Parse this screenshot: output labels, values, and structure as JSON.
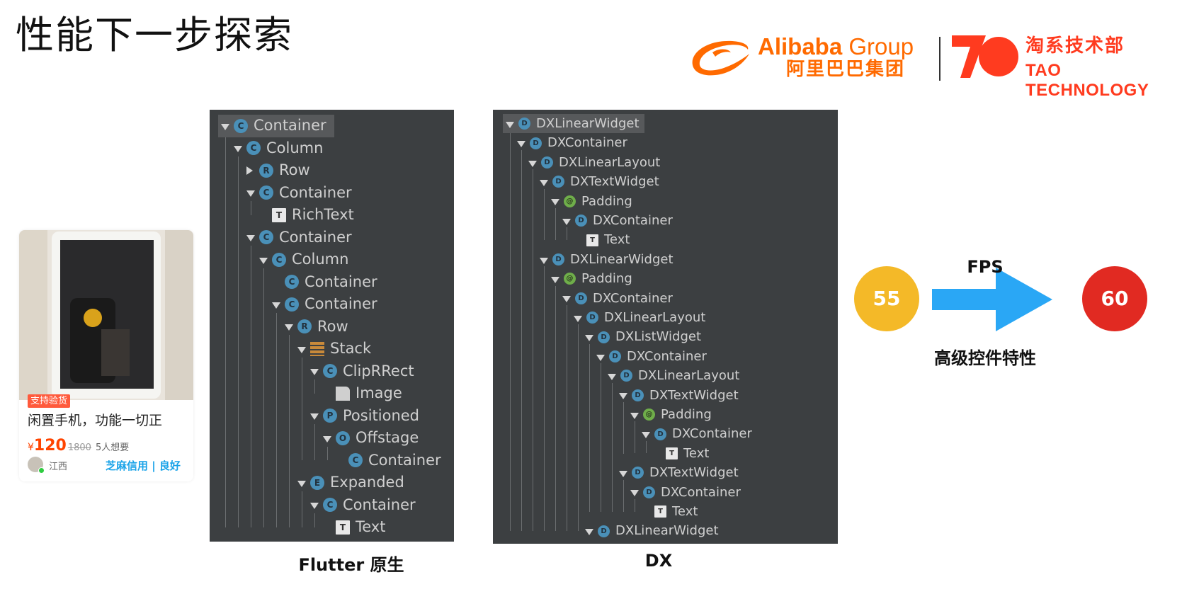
{
  "title": "性能下一步探索",
  "logo": {
    "alibaba": "Alibaba",
    "group": " Group",
    "alibaba_cn": "阿里巴巴集团",
    "tao_cn": "淘系技术部",
    "tao_en": "TAO TECHNOLOGY",
    "brand_color": "#ff6a00",
    "tao_color": "#ff3b1f"
  },
  "product_card": {
    "badge": "支持验货",
    "title": "闲置手机，功能一切正",
    "price_symbol": "¥",
    "price": "120",
    "original_price": "1800",
    "want_count": "5人想要",
    "location": "江西",
    "credit": "芝麻信用 | 良好"
  },
  "flutter_tree": [
    {
      "label": "Container",
      "depth": 0,
      "toggle": "down",
      "icon": "C",
      "icon_type": "circle",
      "selected": true
    },
    {
      "label": "Column",
      "depth": 1,
      "toggle": "down",
      "icon": "C",
      "icon_type": "circle"
    },
    {
      "label": "Row",
      "depth": 2,
      "toggle": "right",
      "icon": "R",
      "icon_type": "circle"
    },
    {
      "label": "Container",
      "depth": 2,
      "toggle": "down",
      "icon": "C",
      "icon_type": "circle"
    },
    {
      "label": "RichText",
      "depth": 3,
      "toggle": "",
      "icon": "T",
      "icon_type": "square"
    },
    {
      "label": "Container",
      "depth": 2,
      "toggle": "down",
      "icon": "C",
      "icon_type": "circle"
    },
    {
      "label": "Column",
      "depth": 3,
      "toggle": "down",
      "icon": "C",
      "icon_type": "circle"
    },
    {
      "label": "Container",
      "depth": 4,
      "toggle": "",
      "icon": "C",
      "icon_type": "circle"
    },
    {
      "label": "Container",
      "depth": 4,
      "toggle": "down",
      "icon": "C",
      "icon_type": "circle"
    },
    {
      "label": "Row",
      "depth": 5,
      "toggle": "down",
      "icon": "R",
      "icon_type": "circle"
    },
    {
      "label": "Stack",
      "depth": 6,
      "toggle": "down",
      "icon": "",
      "icon_type": "stack"
    },
    {
      "label": "ClipRRect",
      "depth": 7,
      "toggle": "down",
      "icon": "C",
      "icon_type": "circle"
    },
    {
      "label": "Image",
      "depth": 8,
      "toggle": "",
      "icon": "",
      "icon_type": "doc"
    },
    {
      "label": "Positioned",
      "depth": 7,
      "toggle": "down",
      "icon": "P",
      "icon_type": "circle"
    },
    {
      "label": "Offstage",
      "depth": 8,
      "toggle": "down",
      "icon": "O",
      "icon_type": "circle"
    },
    {
      "label": "Container",
      "depth": 9,
      "toggle": "",
      "icon": "C",
      "icon_type": "circle"
    },
    {
      "label": "Expanded",
      "depth": 6,
      "toggle": "down",
      "icon": "E",
      "icon_type": "circle"
    },
    {
      "label": "Container",
      "depth": 7,
      "toggle": "down",
      "icon": "C",
      "icon_type": "circle"
    },
    {
      "label": "Text",
      "depth": 8,
      "toggle": "",
      "icon": "T",
      "icon_type": "square"
    }
  ],
  "dx_tree": [
    {
      "label": "DXLinearWidget",
      "depth": 0,
      "toggle": "down",
      "icon": "D",
      "icon_type": "circle",
      "selected": true
    },
    {
      "label": "DXContainer",
      "depth": 1,
      "toggle": "down",
      "icon": "D",
      "icon_type": "circle"
    },
    {
      "label": "DXLinearLayout",
      "depth": 2,
      "toggle": "down",
      "icon": "D",
      "icon_type": "circle"
    },
    {
      "label": "DXTextWidget",
      "depth": 3,
      "toggle": "down",
      "icon": "D",
      "icon_type": "circle"
    },
    {
      "label": "Padding",
      "depth": 4,
      "toggle": "down",
      "icon": "@",
      "icon_type": "at"
    },
    {
      "label": "DXContainer",
      "depth": 5,
      "toggle": "down",
      "icon": "D",
      "icon_type": "circle"
    },
    {
      "label": "Text",
      "depth": 6,
      "toggle": "",
      "icon": "T",
      "icon_type": "square"
    },
    {
      "label": "DXLinearWidget",
      "depth": 3,
      "toggle": "down",
      "icon": "D",
      "icon_type": "circle"
    },
    {
      "label": "Padding",
      "depth": 4,
      "toggle": "down",
      "icon": "@",
      "icon_type": "at"
    },
    {
      "label": "DXContainer",
      "depth": 5,
      "toggle": "down",
      "icon": "D",
      "icon_type": "circle"
    },
    {
      "label": "DXLinearLayout",
      "depth": 6,
      "toggle": "down",
      "icon": "D",
      "icon_type": "circle"
    },
    {
      "label": "DXListWidget",
      "depth": 7,
      "toggle": "down",
      "icon": "D",
      "icon_type": "circle"
    },
    {
      "label": "DXContainer",
      "depth": 8,
      "toggle": "down",
      "icon": "D",
      "icon_type": "circle"
    },
    {
      "label": "DXLinearLayout",
      "depth": 9,
      "toggle": "down",
      "icon": "D",
      "icon_type": "circle"
    },
    {
      "label": "DXTextWidget",
      "depth": 10,
      "toggle": "down",
      "icon": "D",
      "icon_type": "circle"
    },
    {
      "label": "Padding",
      "depth": 11,
      "toggle": "down",
      "icon": "@",
      "icon_type": "at"
    },
    {
      "label": "DXContainer",
      "depth": 12,
      "toggle": "down",
      "icon": "D",
      "icon_type": "circle"
    },
    {
      "label": "Text",
      "depth": 13,
      "toggle": "",
      "icon": "T",
      "icon_type": "square"
    },
    {
      "label": "DXTextWidget",
      "depth": 10,
      "toggle": "down",
      "icon": "D",
      "icon_type": "circle"
    },
    {
      "label": "DXContainer",
      "depth": 11,
      "toggle": "down",
      "icon": "D",
      "icon_type": "circle"
    },
    {
      "label": "Text",
      "depth": 12,
      "toggle": "",
      "icon": "T",
      "icon_type": "square"
    },
    {
      "label": "DXLinearWidget",
      "depth": 7,
      "toggle": "down",
      "icon": "D",
      "icon_type": "circle"
    }
  ],
  "captions": {
    "flutter": "Flutter 原生",
    "dx": "DX"
  },
  "fps": {
    "label": "FPS",
    "from": "55",
    "to": "60",
    "subtitle": "高级控件特性",
    "from_color": "#f4b928",
    "to_color": "#e12a22",
    "arrow_color": "#2aa7f5"
  },
  "icon_colors": {
    "circle": "#4a90b8",
    "at": "#6fae4a",
    "stack": "#c98a3a"
  }
}
